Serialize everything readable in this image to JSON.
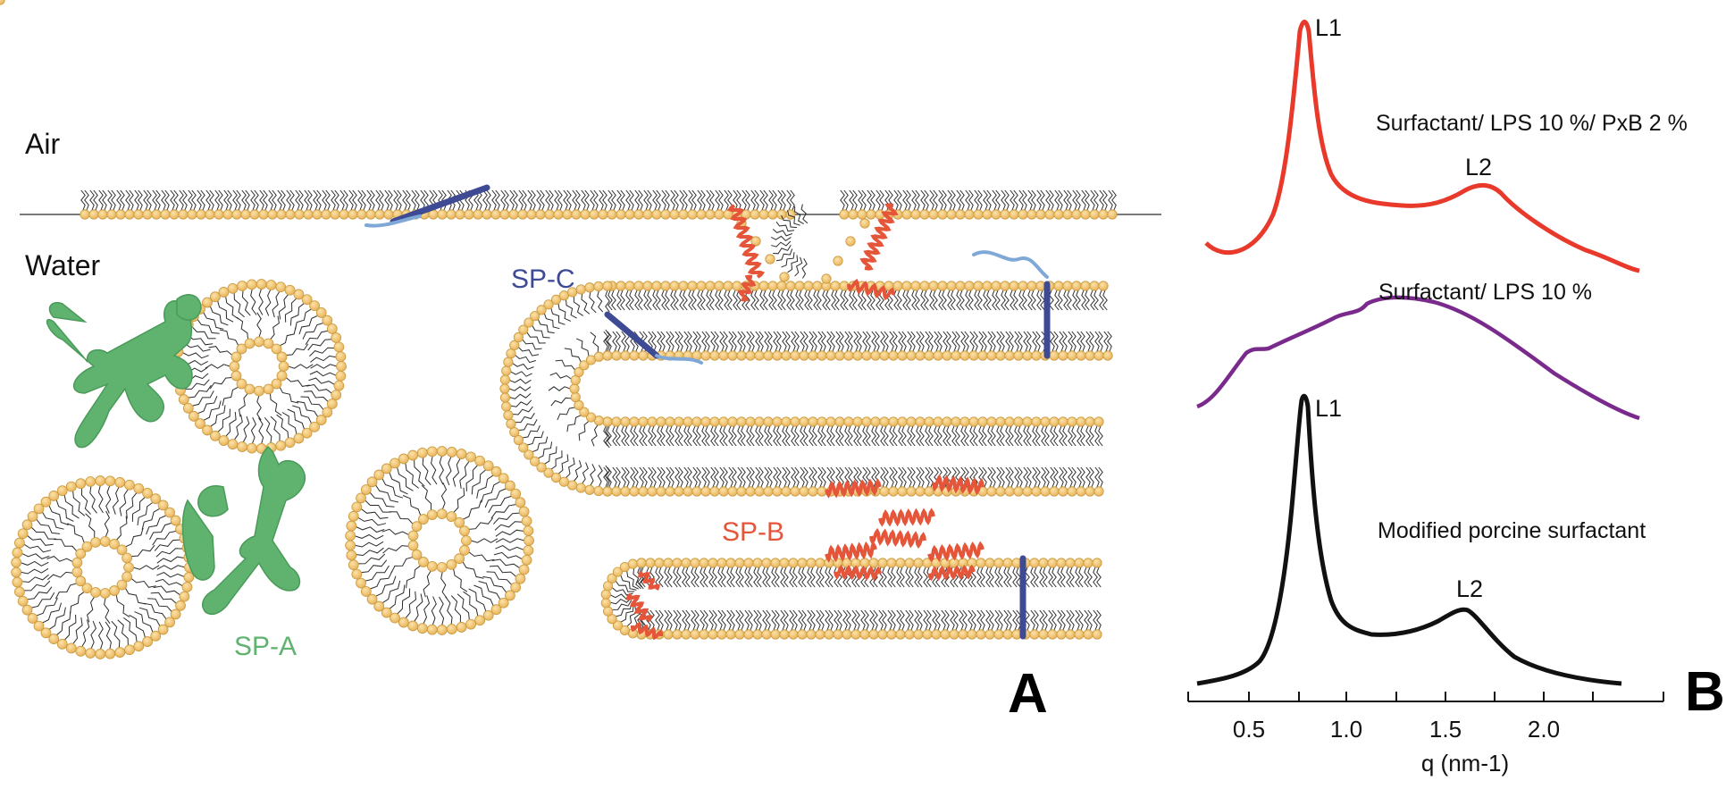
{
  "panel_a": {
    "air_label": "Air",
    "water_label": "Water",
    "sp_a_label": "SP-A",
    "sp_b_label": "SP-B",
    "sp_c_label": "SP-C",
    "panel_letter": "A",
    "colors": {
      "headgroup": "#F2C675",
      "headgroup_stroke": "#C99A3E",
      "tail": "#2b2b2b",
      "sp_a": "#5FB36F",
      "sp_b": "#E5553A",
      "sp_c": "#3E4A94",
      "sp_c_light": "#7FA8D6",
      "lipid_pink": "#C97BC9",
      "interface_line": "#7a7a7a"
    }
  },
  "panel_b": {
    "panel_letter": "B",
    "x_axis_label": "q (nm-1)",
    "x_ticks": [
      "0.5",
      "1.0",
      "1.5",
      "2.0"
    ],
    "curves": [
      {
        "name": "Surfactant/ LPS 10 %/ PxB 2 %",
        "color": "#E8392B",
        "peak_labels": [
          "L1",
          "L2"
        ]
      },
      {
        "name": "Surfactant/ LPS 10 %",
        "color": "#7A2A8C",
        "peak_labels": []
      },
      {
        "name": "Modified porcine surfactant",
        "color": "#111111",
        "peak_labels": [
          "L1",
          "L2"
        ]
      }
    ]
  }
}
